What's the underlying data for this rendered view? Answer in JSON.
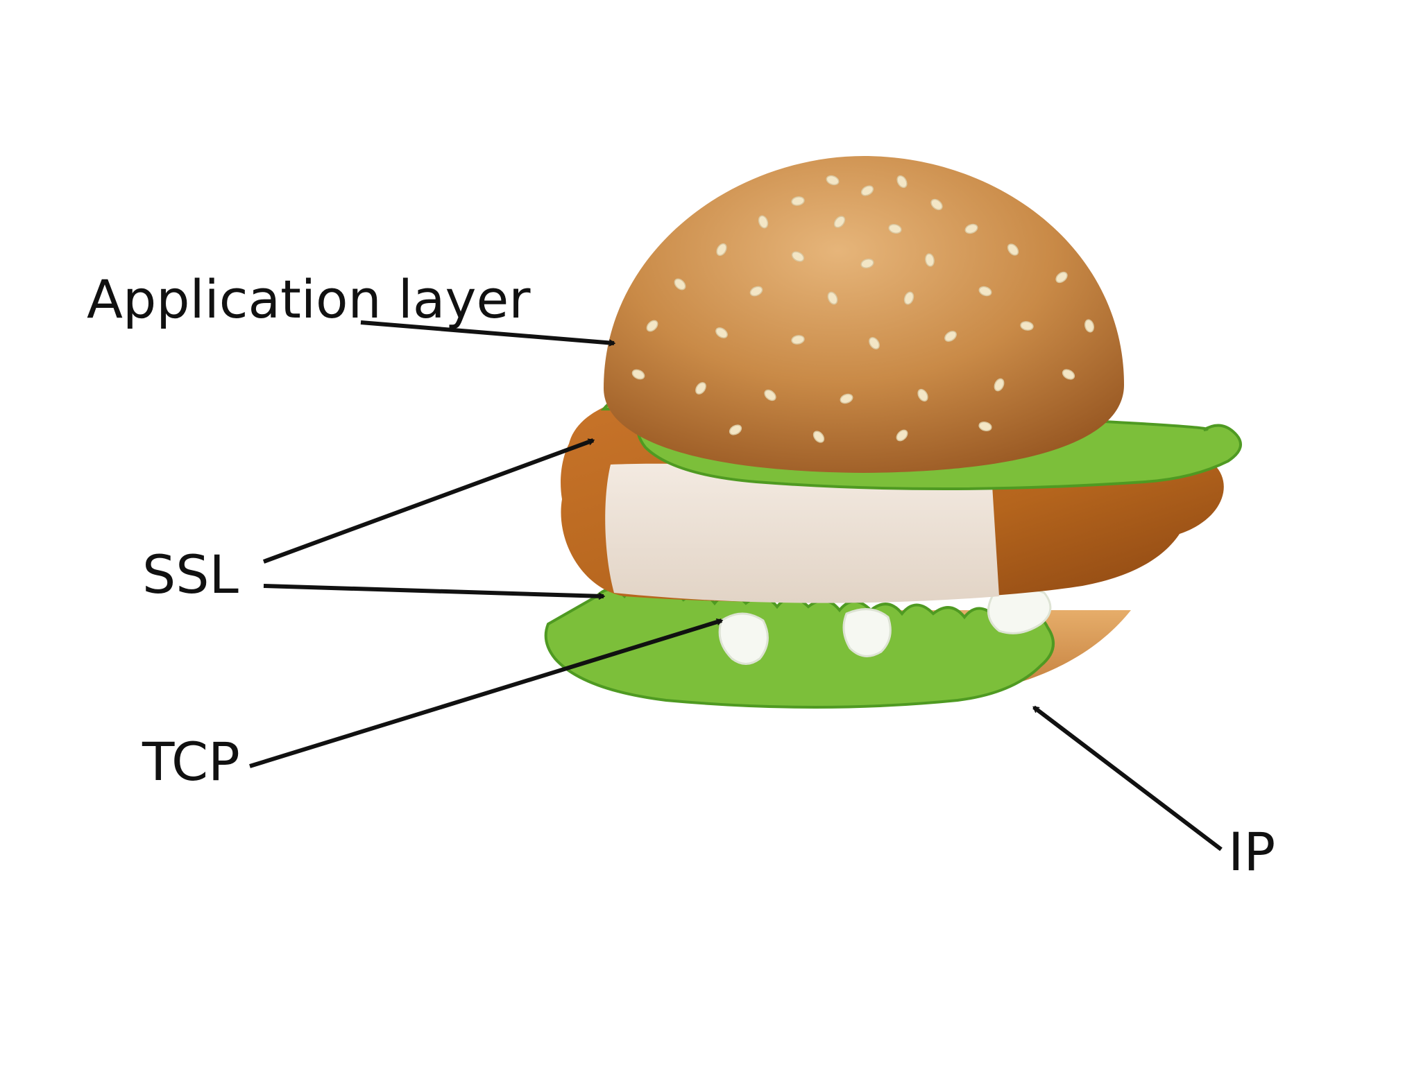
{
  "labels": {
    "application": "Application layer",
    "ssl": "SSL",
    "tcp": "TCP",
    "ip": "IP"
  },
  "colors": {
    "text": "#111111",
    "arrow": "#111111",
    "bun": "#c98a47",
    "bun_highlight": "#e6b57a",
    "bun_shadow": "#9a5a24",
    "sesame": "#f3e6c6",
    "lettuce": "#7cbf3a",
    "lettuce_dark": "#4f9a22",
    "crust": "#b5651d",
    "crust_dark": "#8a4512",
    "meat": "#eee3d8",
    "meat_shadow": "#d9c9b8",
    "mayo": "#f6f8f2",
    "bottom_bun": "#d99a55"
  }
}
